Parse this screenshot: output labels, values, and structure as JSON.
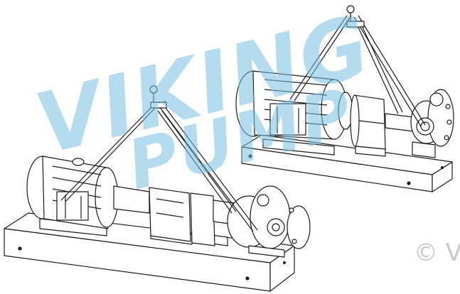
{
  "watermark": {
    "line1": "VIKING",
    "line2": "PUMP",
    "copyright": "© V"
  },
  "colors": {
    "line": "#1a1a1a",
    "fill": "#ffffff",
    "watermark": "#78bee1"
  },
  "icons": {
    "lifting_hook": "lifting-hook-icon"
  }
}
